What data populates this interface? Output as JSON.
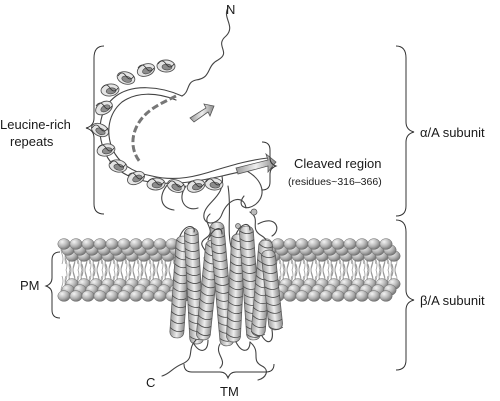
{
  "labels": {
    "n_terminus": "N",
    "c_terminus": "C",
    "leucine_line1": "Leucine-rich",
    "leucine_line2": "repeats",
    "cleaved_line1": "Cleaved region",
    "cleaved_line2": "(residues~316–366)",
    "alpha_subunit": "α/A subunit",
    "beta_subunit": "β/A subunit",
    "pm": "PM",
    "tm": "TM"
  },
  "icons": {
    "lipid_bilayer": "lipid-bilayer-icon",
    "protein_structure": "protein-ribbon-icon"
  },
  "colors": {
    "lipid_head_light": "#e8e8e8",
    "lipid_head_dark": "#7a7a7a",
    "ribbon": "#cfcfcf",
    "outline": "#444444"
  }
}
